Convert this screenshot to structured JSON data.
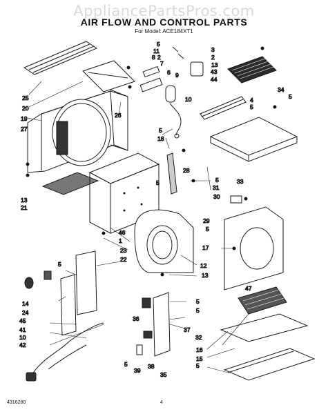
{
  "watermark": "AppliancePartsPros.com",
  "title": "AIR FLOW AND CONTROL PARTS",
  "subtitle": "For Model: ACE184XT1",
  "footer": {
    "doc_number": "4316280",
    "page": "4"
  },
  "callouts": [
    "5",
    "11",
    "2",
    "7",
    "6",
    "8",
    "3",
    "2",
    "13",
    "43",
    "44",
    "4",
    "5",
    "34",
    "5",
    "10",
    "25",
    "20",
    "26",
    "19",
    "27",
    "5",
    "18",
    "28",
    "5",
    "31",
    "33",
    "30",
    "13",
    "21",
    "29",
    "5",
    "17",
    "46",
    "1",
    "23",
    "22",
    "12",
    "13",
    "47",
    "5",
    "14",
    "24",
    "45",
    "41",
    "10",
    "42",
    "36",
    "5",
    "37",
    "32",
    "16",
    "15",
    "39",
    "38",
    "35",
    "5",
    "5",
    "5",
    "5",
    "9"
  ]
}
